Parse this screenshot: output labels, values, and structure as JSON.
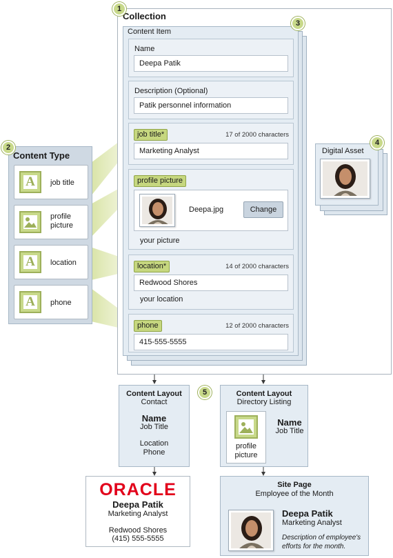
{
  "callouts": [
    "1",
    "2",
    "3",
    "4",
    "5"
  ],
  "collection": {
    "title": "Collection"
  },
  "content_item": {
    "title": "Content Item",
    "name_field": {
      "label": "Name",
      "value": "Deepa Patik"
    },
    "description_field": {
      "label": "Description (Optional)",
      "value": "Patik personnel information"
    },
    "job_title_field": {
      "tag": "job title*",
      "count": "17 of 2000 characters",
      "value": "Marketing Analyst"
    },
    "profile_picture_field": {
      "tag": "profile picture",
      "filename": "Deepa.jpg",
      "change_label": "Change",
      "hint": "your picture"
    },
    "location_field": {
      "tag": "location*",
      "count": "14 of 2000 characters",
      "value": "Redwood Shores",
      "hint": "your location"
    },
    "phone_field": {
      "tag": "phone",
      "count": "12 of 2000 characters",
      "value": "415-555-5555"
    }
  },
  "content_type": {
    "title": "Content Type",
    "items": [
      {
        "label": "job title",
        "icon": "text-icon"
      },
      {
        "label": "profile picture",
        "icon": "image-icon"
      },
      {
        "label": "location",
        "icon": "text-icon"
      },
      {
        "label": "phone",
        "icon": "text-icon"
      }
    ]
  },
  "digital_asset": {
    "title": "Digital Asset"
  },
  "layout_contact": {
    "title": "Content Layout",
    "subtitle": "Contact",
    "name": "Name",
    "job_title": "Job Title",
    "location": "Location",
    "phone": "Phone"
  },
  "layout_directory": {
    "title": "Content Layout",
    "subtitle": "Directory Listing",
    "picture_label": "profile picture",
    "name": "Name",
    "job_title": "Job Title"
  },
  "oracle_card": {
    "logo": "ORACLE",
    "name": "Deepa Patik",
    "job_title": "Marketing Analyst",
    "location": "Redwood Shores",
    "phone": "(415) 555-5555"
  },
  "site_page": {
    "title": "Site Page",
    "subtitle": "Employee of the Month",
    "name": "Deepa Patik",
    "job_title": "Marketing Analyst",
    "description": "Description of employee's efforts for the month."
  },
  "colors": {
    "accent_green": "#c6d77f",
    "panel_blue": "#e4ecf3",
    "oracle_red": "#e2001a"
  }
}
